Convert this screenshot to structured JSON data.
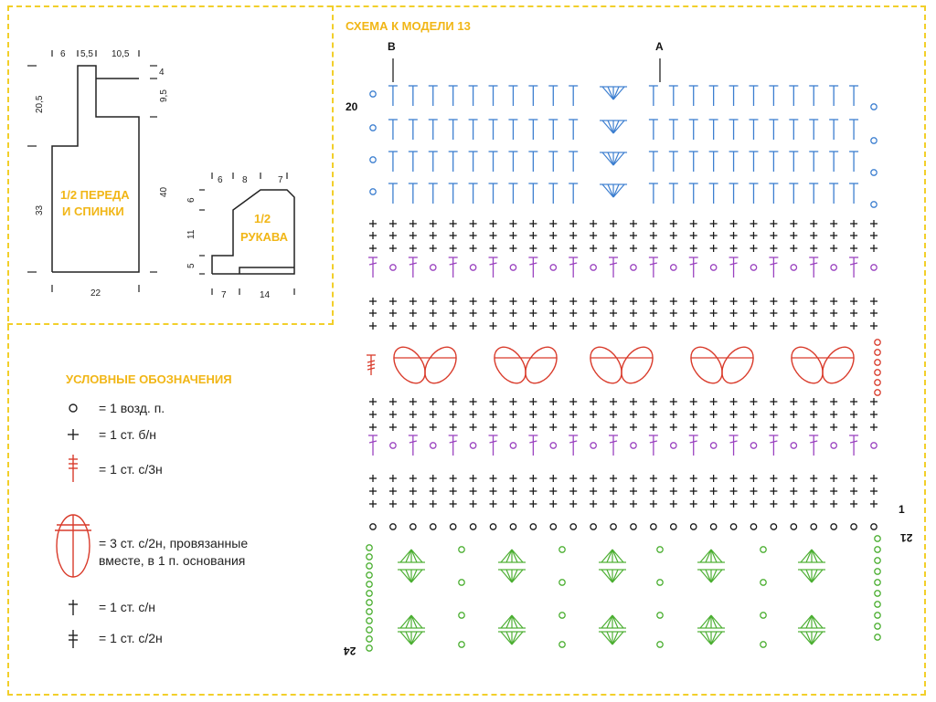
{
  "diagram": {
    "title": "СХЕМА К МОДЕЛИ 13",
    "marker_b": "B",
    "marker_a": "A",
    "row_20": "20",
    "row_1": "1",
    "row_21": "21",
    "row_24": "24",
    "colors": {
      "blue": "#3d7fd0",
      "black": "#1a1a1a",
      "purple": "#9b44c0",
      "red": "#d93b2b",
      "green": "#4caf32",
      "accent": "#f1b616",
      "border": "#f2cf2a"
    }
  },
  "schematic": {
    "front_label_1": "1/2 ПЕРЕДА",
    "front_label_2": "И СПИНКИ",
    "sleeve_label_1": "1/2",
    "sleeve_label_2": "РУКАВА",
    "front_dims": {
      "top_1": "6",
      "top_2": "5,5",
      "top_3": "10,5",
      "right_1": "4",
      "right_2": "9,5",
      "right_3": "40",
      "left_1": "20,5",
      "left_2": "33",
      "bottom": "22"
    },
    "sleeve_dims": {
      "top_1": "6",
      "top_2": "8",
      "top_3": "7",
      "left_1": "6",
      "left_2": "11",
      "left_3": "5",
      "bottom_1": "7",
      "bottom_2": "14"
    }
  },
  "legend": {
    "title": "УСЛОВНЫЕ ОБОЗНАЧЕНИЯ",
    "items": [
      {
        "symbol": "chain-icon",
        "text": "= 1 возд. п."
      },
      {
        "symbol": "single-crochet-icon",
        "text": "= 1 ст. б/н"
      },
      {
        "symbol": "treble-3-icon",
        "text": "= 1 ст. с/3н"
      },
      {
        "symbol": "cluster-icon",
        "text": "= 3 ст. с/2н, провязанные"
      },
      {
        "symbol": "cluster-icon",
        "text": "вместе, в 1 п. основания"
      },
      {
        "symbol": "dc-icon",
        "text": "= 1 ст. с/н"
      },
      {
        "symbol": "double-treble-icon",
        "text": "= 1 ст. с/2н"
      }
    ]
  }
}
